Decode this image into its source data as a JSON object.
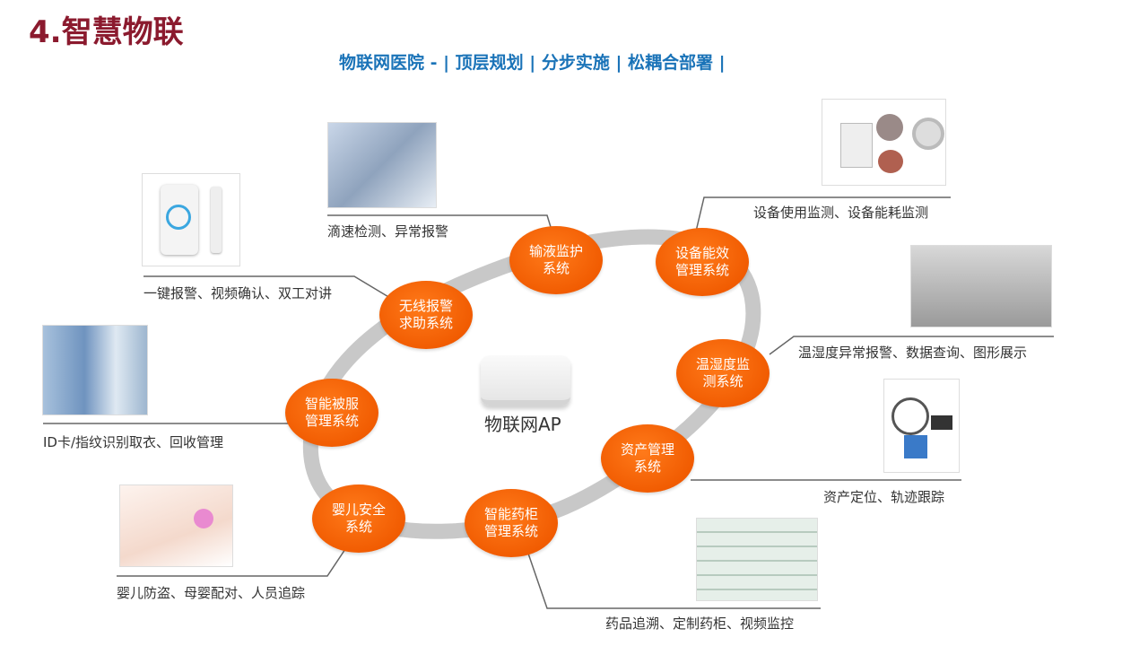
{
  "title": "4.智慧物联",
  "subtitle": "物联网医院 - | 顶层规划 | 分步实施 |  松耦合部署 |",
  "center": {
    "label": "物联网AP"
  },
  "colors": {
    "title": "#8b1a2e",
    "subtitle": "#1a73b8",
    "node": "#f05a00",
    "ring": "#c8c8c8"
  },
  "nodes": [
    {
      "line1": "输液监护",
      "line2": "系统",
      "desc": "滴速检测、异常报警"
    },
    {
      "line1": "设备能效",
      "line2": "管理系统",
      "desc": "设备使用监测、设备能耗监测"
    },
    {
      "line1": "无线报警",
      "line2": "求助系统",
      "desc": "一键报警、视频确认、双工对讲"
    },
    {
      "line1": "温湿度监",
      "line2": "测系统",
      "desc": "温湿度异常报警、数据查询、图形展示"
    },
    {
      "line1": "智能被服",
      "line2": "管理系统",
      "desc": "ID卡/指纹识别取衣、回收管理"
    },
    {
      "line1": "资产管理",
      "line2": "系统",
      "desc": "资产定位、轨迹跟踪"
    },
    {
      "line1": "婴儿安全",
      "line2": "系统",
      "desc": "婴儿防盗、母婴配对、人员追踪"
    },
    {
      "line1": "智能药柜",
      "line2": "管理系统",
      "desc": "药品追溯、定制药柜、视频监控"
    }
  ]
}
